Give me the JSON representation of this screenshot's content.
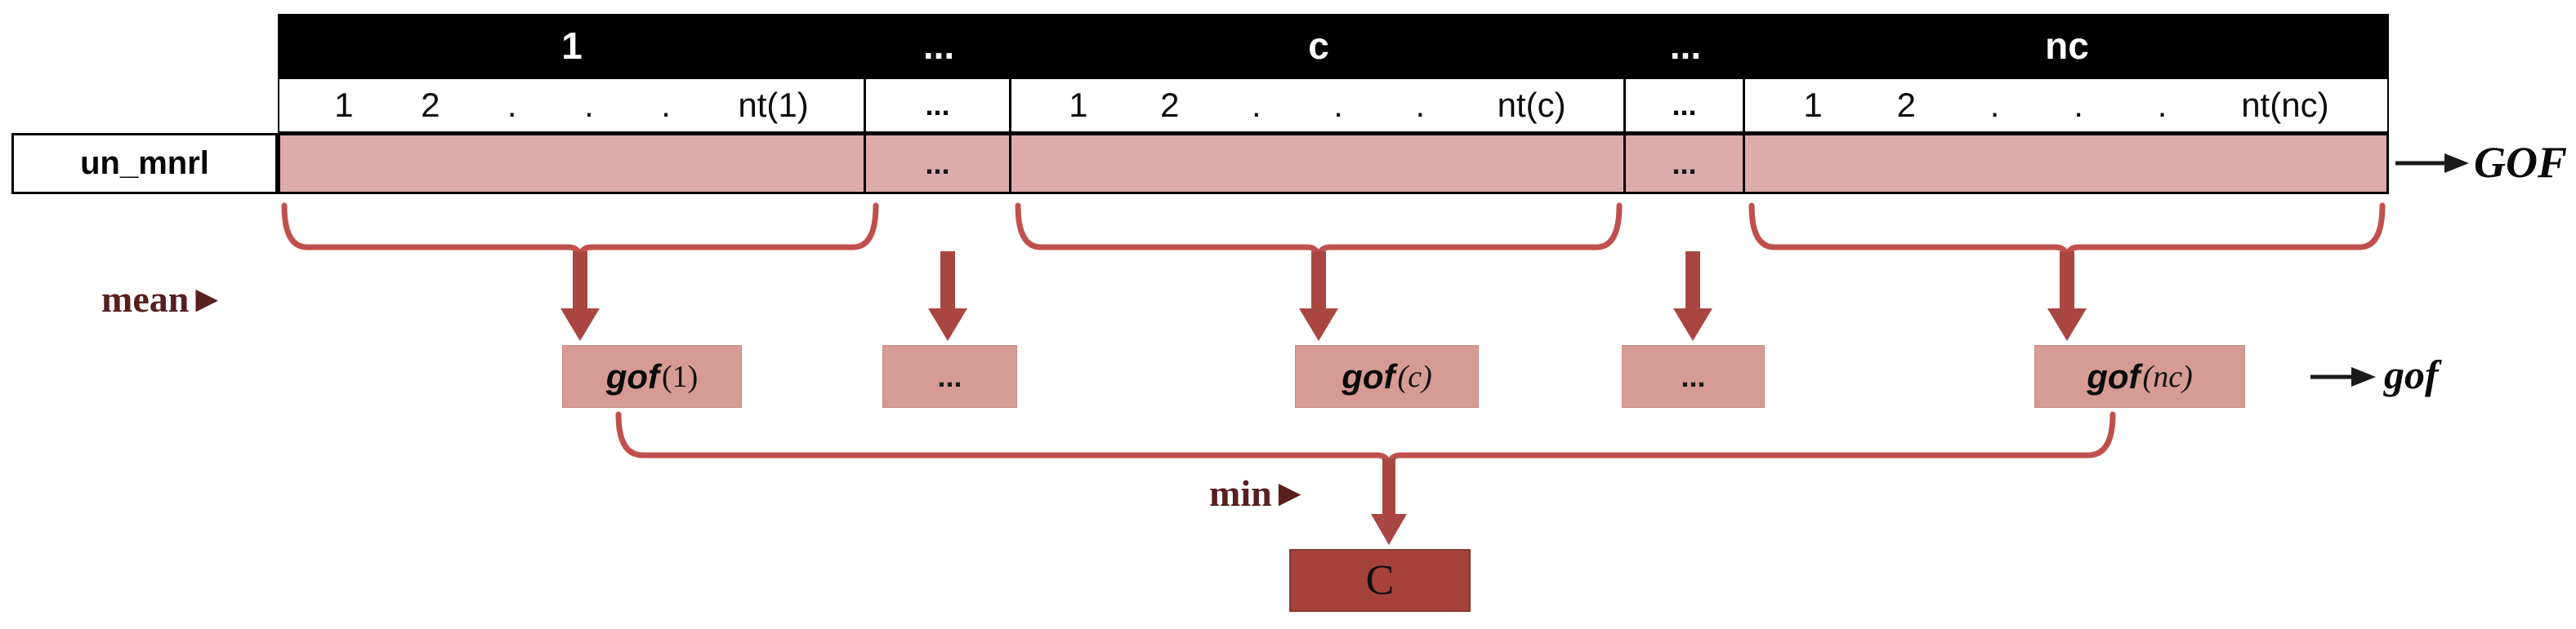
{
  "table": {
    "row_label": "un_mnrl",
    "col1": {
      "header": "1",
      "sub": [
        "1",
        "2",
        ".",
        ".",
        ".",
        "nt(1)"
      ]
    },
    "dots1": {
      "header": "...",
      "sub": "...",
      "cell": "..."
    },
    "colc": {
      "header": "c",
      "sub": [
        "1",
        "2",
        ".",
        ".",
        ".",
        "nt(c)"
      ]
    },
    "dots2": {
      "header": "...",
      "sub": "...",
      "cell": "..."
    },
    "colnc": {
      "header": "nc",
      "sub": [
        "1",
        "2",
        ".",
        ".",
        ".",
        "nt(nc)"
      ]
    }
  },
  "operators": {
    "mean": "mean",
    "min": "min"
  },
  "icons": {
    "triangle_right": "▶"
  },
  "outputs": {
    "gof_upper": "GOF",
    "gof_lower": "gof"
  },
  "gof_row": {
    "g1": {
      "prefix": "gof",
      "suffix": "(1)"
    },
    "dots1": "...",
    "gc": {
      "prefix": "gof",
      "suffix": "(c)"
    },
    "dots2": "...",
    "gnc": {
      "prefix": "gof",
      "suffix": "(nc)"
    }
  },
  "result": {
    "label": "C"
  },
  "colors": {
    "header_bg": "#000000",
    "row_fill": "#dcabaa",
    "gof_box_fill": "#d59b94",
    "result_fill": "#a4423b",
    "brace": "#c0504d",
    "thick_arrow": "#aa4641",
    "operator_text": "#571f1e",
    "black_arrow": "#1a1a1a"
  }
}
